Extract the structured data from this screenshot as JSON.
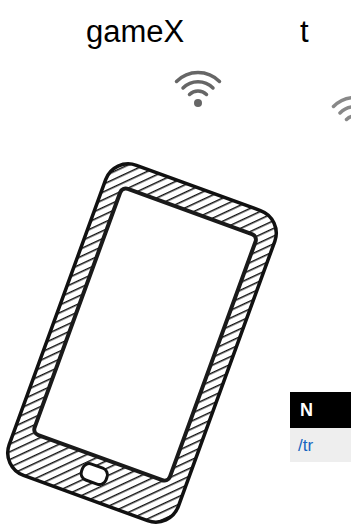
{
  "diagram": {
    "labels": [
      "gameX",
      "t",
      "N",
      "/tr"
    ]
  }
}
